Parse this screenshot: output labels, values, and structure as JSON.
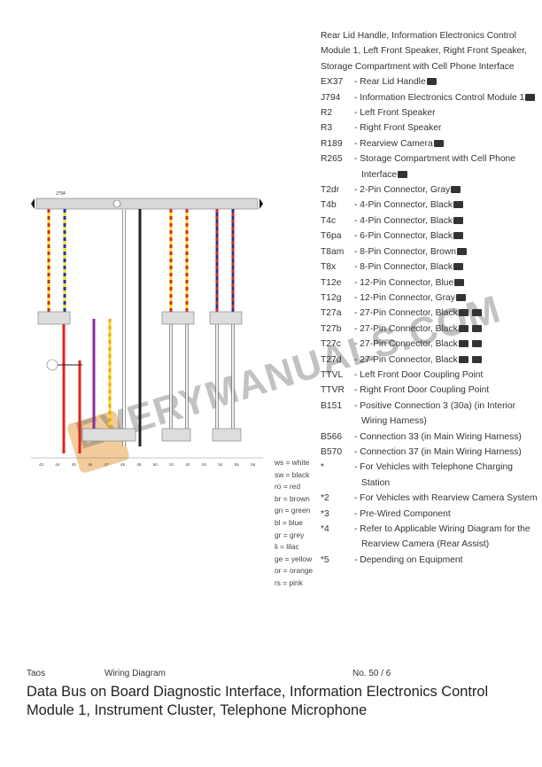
{
  "legend": {
    "intro": "Rear Lid Handle, Information Electronics Control Module 1, Left Front Speaker, Right Front Speaker, Storage Compartment with Cell Phone Interface",
    "items": [
      {
        "code": "EX37",
        "desc": "- Rear Lid Handle",
        "icons": 1
      },
      {
        "code": "J794",
        "desc": "- Information Electronics Control Module 1",
        "icons": 1
      },
      {
        "code": "R2",
        "desc": "- Left Front Speaker",
        "icons": 0
      },
      {
        "code": "R3",
        "desc": "- Right Front Speaker",
        "icons": 0
      },
      {
        "code": "R189",
        "desc": "- Rearview Camera",
        "icons": 1
      },
      {
        "code": "R265",
        "desc": "- Storage Compartment with Cell Phone Interface",
        "icons": 1
      },
      {
        "code": "T2dr",
        "desc": "- 2-Pin Connector, Gray",
        "icons": 1
      },
      {
        "code": "T4b",
        "desc": "- 4-Pin Connector, Black",
        "icons": 1
      },
      {
        "code": "T4c",
        "desc": "- 4-Pin Connector, Black",
        "icons": 1
      },
      {
        "code": "T6pa",
        "desc": "- 6-Pin Connector, Black",
        "icons": 1
      },
      {
        "code": "T8am",
        "desc": "- 8-Pin Connector, Brown",
        "icons": 1
      },
      {
        "code": "T8x",
        "desc": "- 8-Pin Connector, Black",
        "icons": 1
      },
      {
        "code": "T12e",
        "desc": "- 12-Pin Connector, Blue",
        "icons": 1
      },
      {
        "code": "T12g",
        "desc": "- 12-Pin Connector, Gray",
        "icons": 1
      },
      {
        "code": "T27a",
        "desc": "- 27-Pin Connector, Black",
        "icons": 2
      },
      {
        "code": "T27b",
        "desc": "- 27-Pin Connector, Black",
        "icons": 2
      },
      {
        "code": "T27c",
        "desc": "- 27-Pin Connector, Black",
        "icons": 2
      },
      {
        "code": "T27d",
        "desc": "- 27-Pin Connector, Black",
        "icons": 2
      },
      {
        "code": "TTVL",
        "desc": "- Left Front Door Coupling Point",
        "icons": 0
      },
      {
        "code": "TTVR",
        "desc": "- Right Front Door Coupling Point",
        "icons": 0
      },
      {
        "code": "B151",
        "desc": "- Positive Connection 3 (30a) (in Interior Wiring Harness)",
        "icons": 0
      },
      {
        "code": "B566",
        "desc": "- Connection 33 (in Main Wiring Harness)",
        "icons": 0
      },
      {
        "code": "B570",
        "desc": "- Connection 37 (in Main Wiring Harness)",
        "icons": 0
      },
      {
        "code": "*",
        "desc": "- For Vehicles with Telephone Charging Station",
        "icons": 0
      },
      {
        "code": "*2",
        "desc": "- For Vehicles with Rearview Camera System",
        "icons": 0
      },
      {
        "code": "*3",
        "desc": "- Pre-Wired Component",
        "icons": 0
      },
      {
        "code": "*4",
        "desc": "- Refer to Applicable Wiring Diagram for the Rearview Camera (Rear Assist)",
        "icons": 0
      },
      {
        "code": "*5",
        "desc": "- Depending on Equipment",
        "icons": 0
      }
    ]
  },
  "colors": [
    "ws = white",
    "sw = black",
    "ro = red",
    "br = brown",
    "gn = green",
    "bl = blue",
    "gr = grey",
    "li = lilac",
    "ge = yellow",
    "or = orange",
    "rs = pink"
  ],
  "diagram": {
    "module_label": "J794",
    "scale": [
      "43",
      "44",
      "45",
      "46",
      "47",
      "48",
      "49",
      "50",
      "51",
      "52",
      "53",
      "54",
      "55",
      "56"
    ],
    "wire_colors": {
      "red": "#d9261c",
      "yellow": "#f2e21b",
      "blue": "#2a2f9c",
      "orange": "#f0a020",
      "purple": "#8a2aa0",
      "black": "#222222",
      "grey": "#cccccc"
    }
  },
  "footer": {
    "model": "Taos",
    "type": "Wiring Diagram",
    "number": "No.  50 / 6"
  },
  "title": "Data Bus on Board Diagnostic Interface, Information Electronics Control Module 1, Instrument Cluster, Telephone Microphone",
  "watermark": "EVERYMANUALS.COM"
}
